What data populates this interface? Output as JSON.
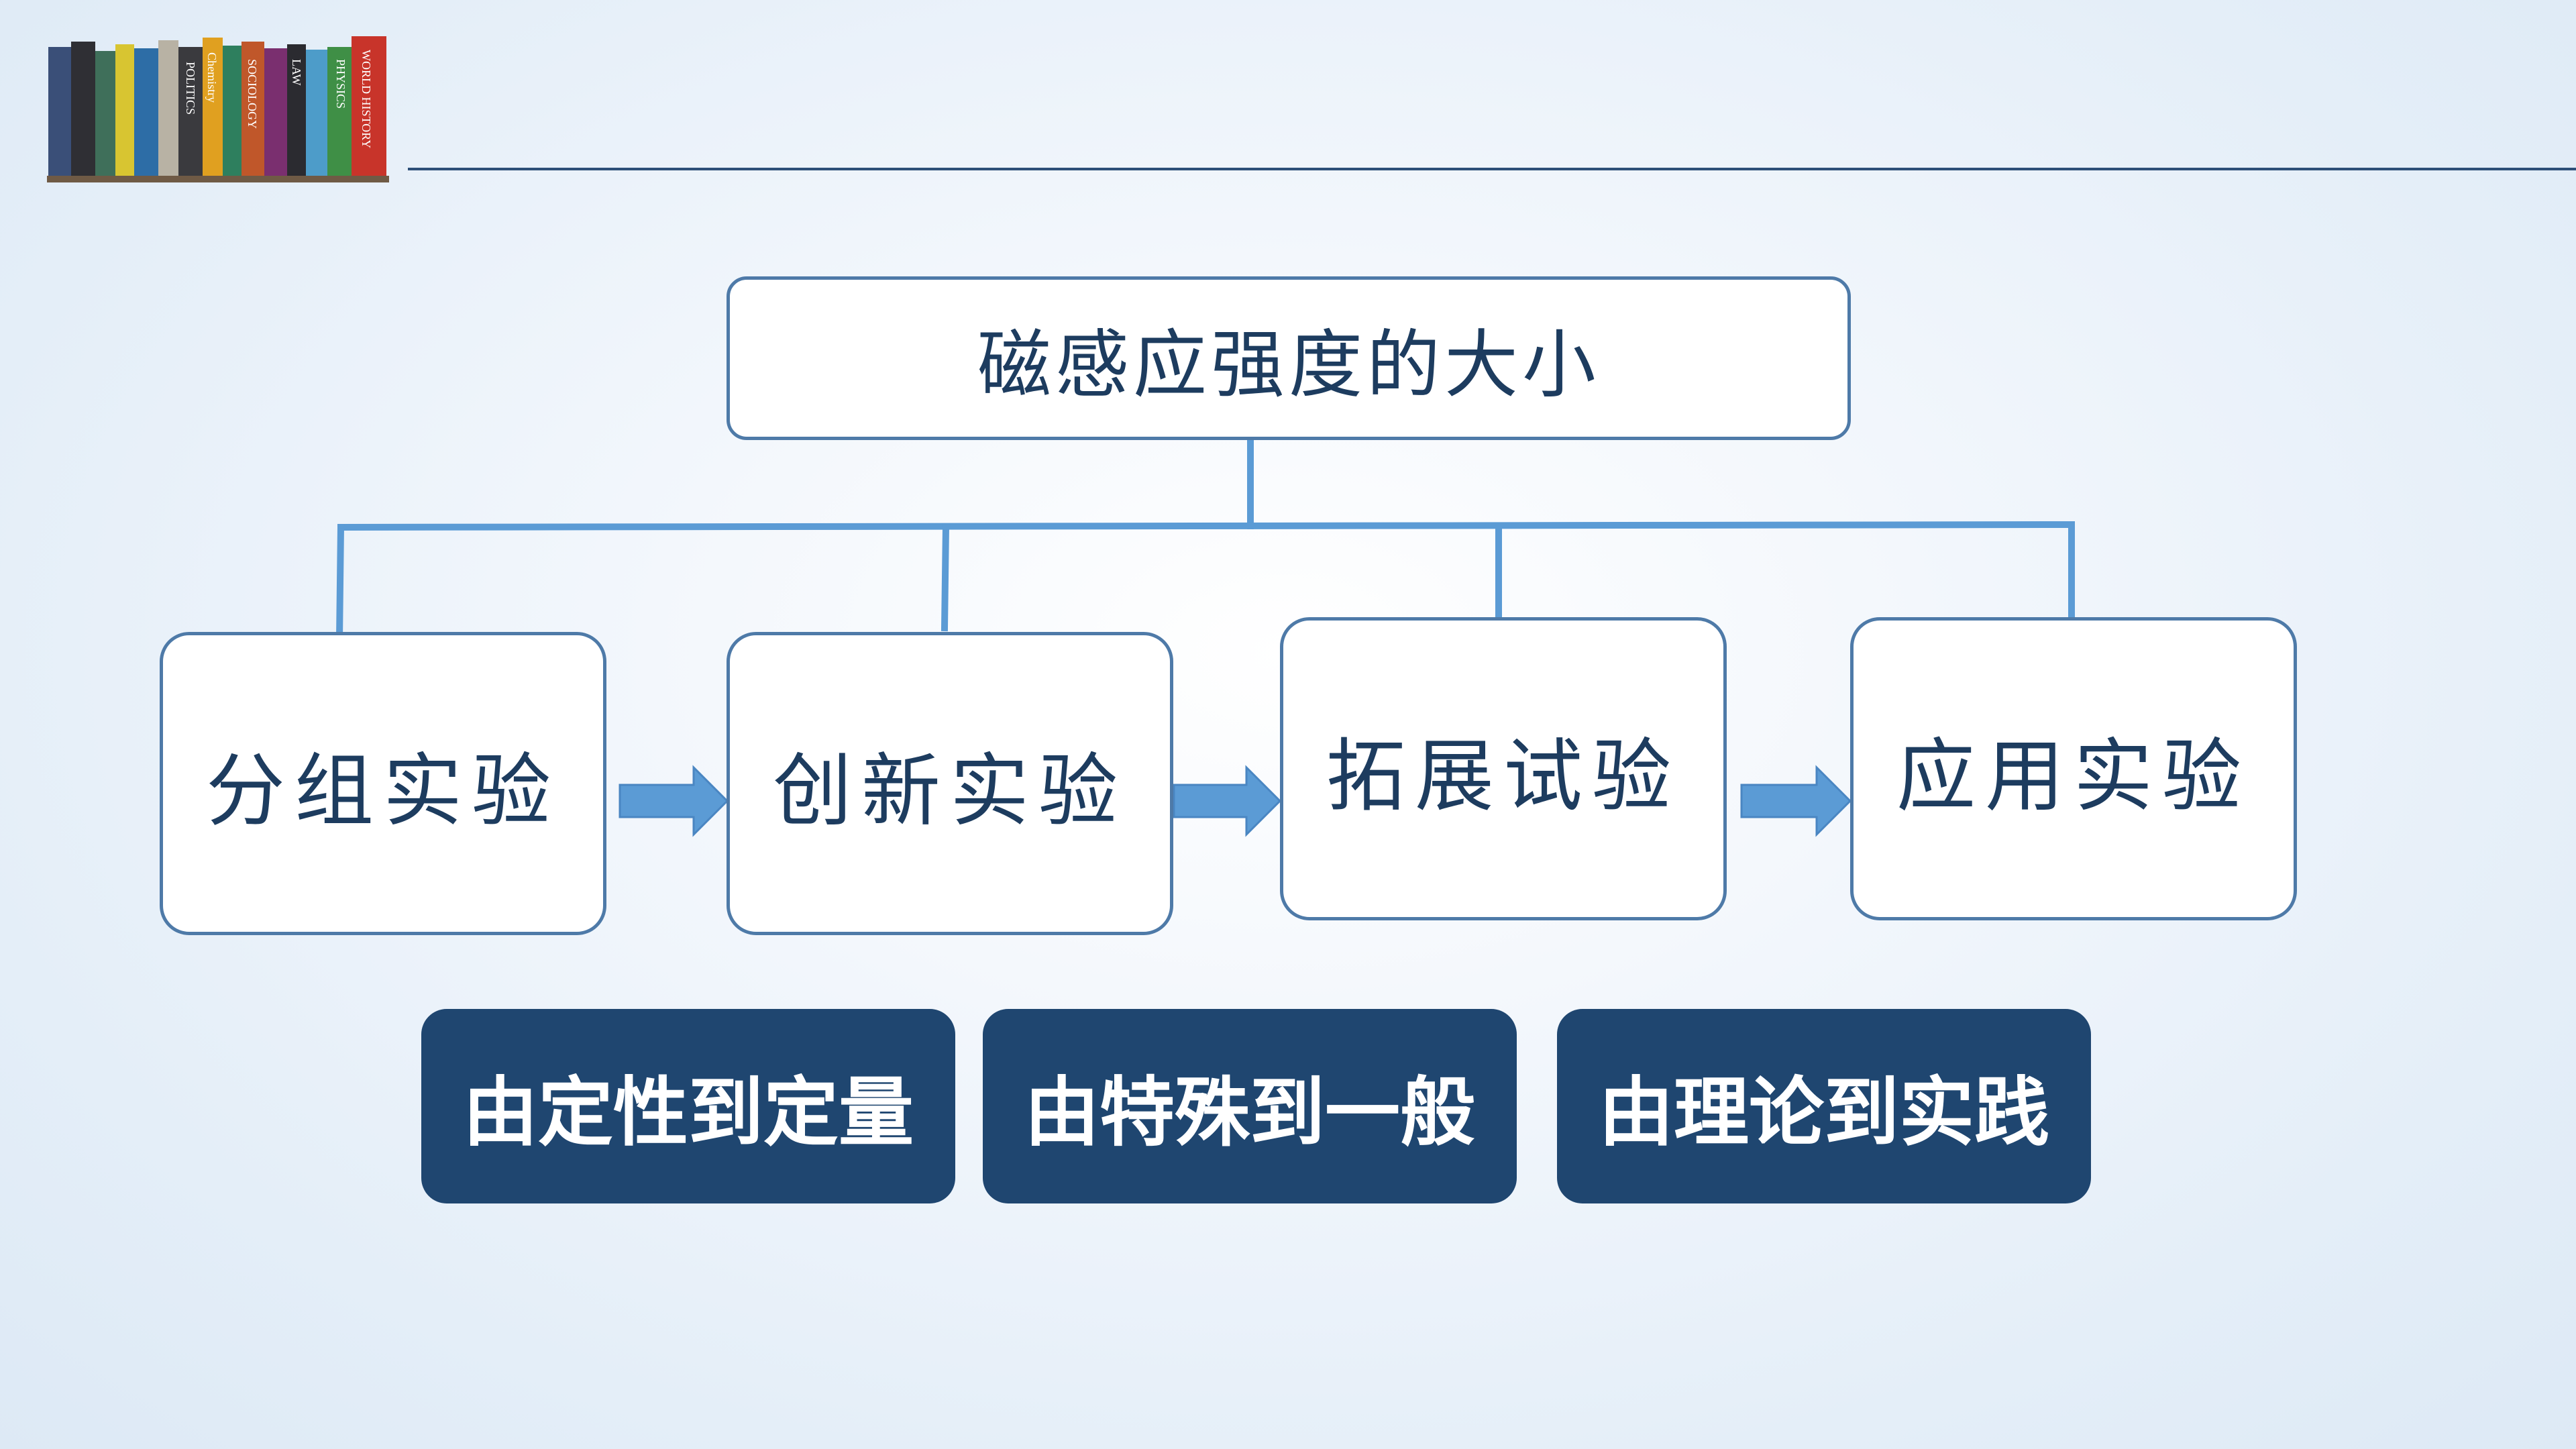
{
  "diagram": {
    "root": "磁感应强度的大小",
    "steps": [
      "分组实验",
      "创新实验",
      "拓展试验",
      "应用实验"
    ],
    "methods": [
      "由定性到定量",
      "由特殊到一般",
      "由理论到实践"
    ]
  },
  "header_image": {
    "icon": "bookshelf-icon",
    "spine_labels": [
      "WORLD HISTORY",
      "PHYSICS",
      "LAW",
      "SOCIOLOGY",
      "POLITICS",
      "Chemistry"
    ]
  },
  "colors": {
    "node_border": "#4e7aa8",
    "node_text": "#1d3c5f",
    "connector": "#5b9bd5",
    "arrow": "#5b9bd5",
    "method_fill": "#1f4670",
    "method_text": "#ffffff",
    "rule": "#2d4f78"
  }
}
